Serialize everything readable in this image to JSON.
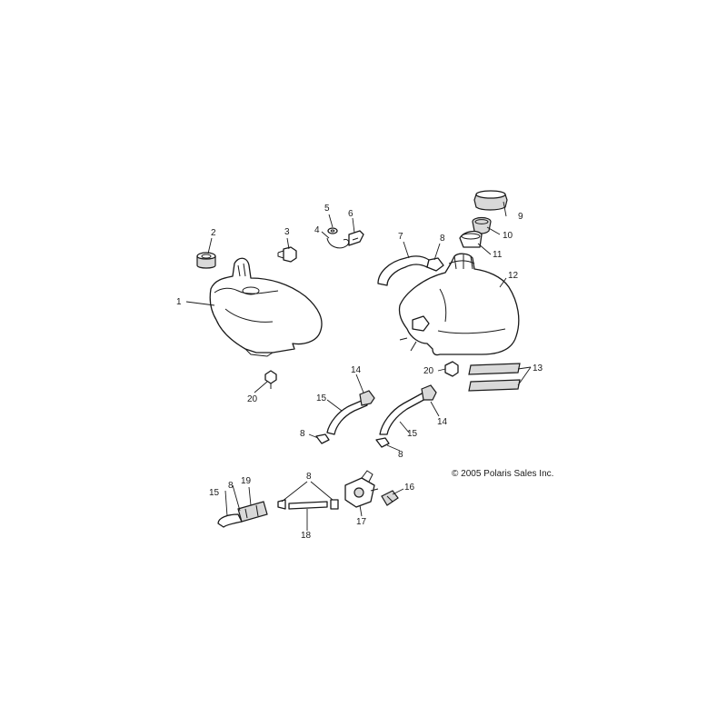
{
  "diagram": {
    "copyright": "© 2005 Polaris Sales Inc.",
    "callouts": {
      "c1": "1",
      "c2": "2",
      "c3": "3",
      "c4": "4",
      "c5": "5",
      "c6": "6",
      "c7": "7",
      "c8a": "8",
      "c9": "9",
      "c10": "10",
      "c11": "11",
      "c12": "12",
      "c13": "13",
      "c14a": "14",
      "c14b": "14",
      "c15a": "15",
      "c15b": "15",
      "c15c": "15",
      "c8b": "8",
      "c8c": "8",
      "c8d": "8",
      "c8e": "8",
      "c16": "16",
      "c17": "17",
      "c18": "18",
      "c19": "19",
      "c20a": "20",
      "c20b": "20"
    }
  }
}
